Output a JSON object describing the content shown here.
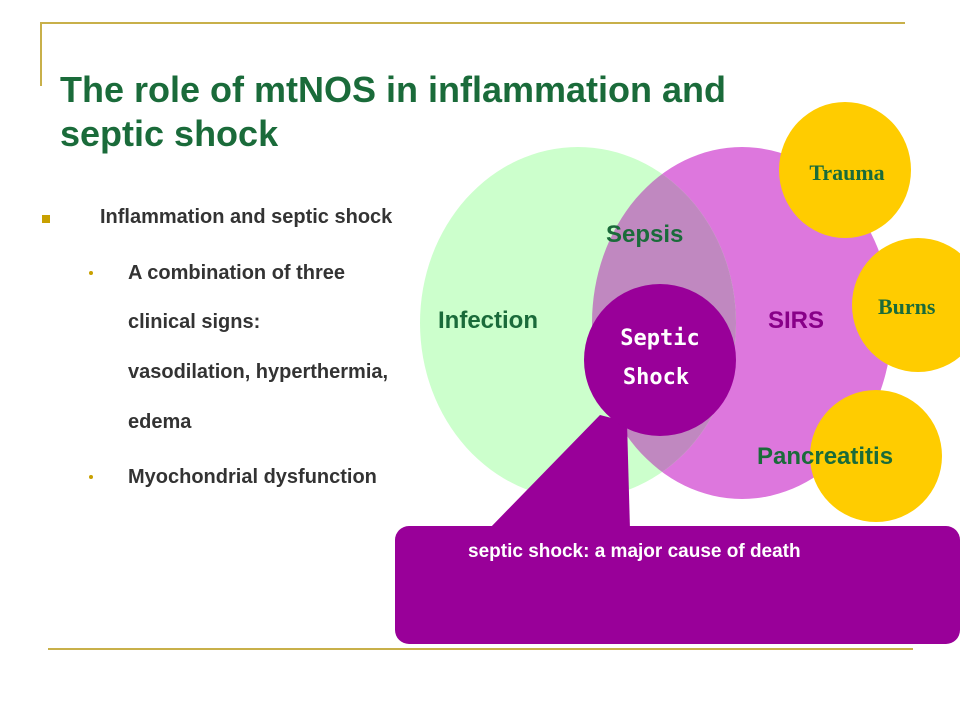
{
  "slide": {
    "title_line1": "The role of mtNOS in inflammation and",
    "title_line2": "septic shock"
  },
  "bullets": {
    "main": "Inflammation and septic shock",
    "sub1_line1": "A combination of three",
    "sub1_line2": "clinical signs:",
    "sub1_line3": "vasodilation, hyperthermia,",
    "sub1_line4": "edema",
    "sub2": "Myochondrial dysfunction"
  },
  "diagram": {
    "infection": "Infection",
    "sepsis": "Sepsis",
    "sirs": "SIRS",
    "septic_shock_line1": "Septic",
    "septic_shock_line2": "Shock",
    "trauma": "Trauma",
    "burns": "Burns",
    "pancreatitis": "Pancreatitis"
  },
  "callout": {
    "text": "septic shock: a major cause of death"
  },
  "colors": {
    "title": "#1a6b3a",
    "infection_fill": "#ccffcc",
    "sirs_fill": "#dd77dd",
    "septic_shock_fill": "#990099",
    "cause_fill": "#ffcc00",
    "accent": "#c8b04a"
  }
}
